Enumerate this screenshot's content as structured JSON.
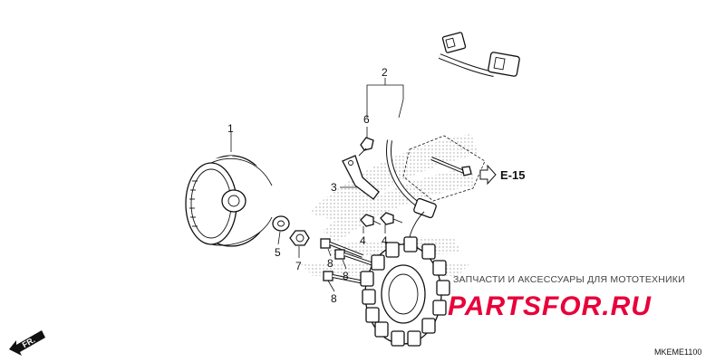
{
  "diagram": {
    "callouts": [
      {
        "id": "1",
        "label": "1"
      },
      {
        "id": "2",
        "label": "2"
      },
      {
        "id": "3",
        "label": "3"
      },
      {
        "id": "4a",
        "label": "4"
      },
      {
        "id": "4b",
        "label": "4"
      },
      {
        "id": "5",
        "label": "5"
      },
      {
        "id": "6",
        "label": "6"
      },
      {
        "id": "7",
        "label": "7"
      },
      {
        "id": "8a",
        "label": "8"
      },
      {
        "id": "8b",
        "label": "8"
      },
      {
        "id": "8c",
        "label": "8"
      }
    ],
    "reference": "E-15",
    "direction": "FR.",
    "diagram_code": "MKEME1100"
  },
  "watermark": {
    "tagline": "ЗАПЧАСТИ И АКСЕССУАРЫ ДЛЯ МОТОТЕХНИКИ",
    "logo_text": "PARTSFOR.RU",
    "color": "#e8003a"
  }
}
